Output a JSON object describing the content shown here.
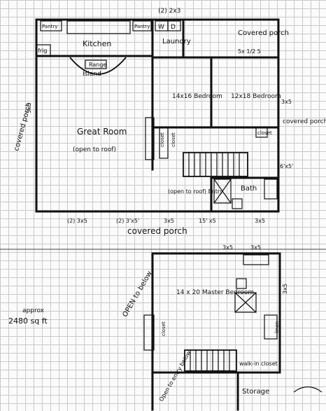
{
  "plan": {
    "upper": {
      "window_top": "(2) 2x3",
      "pantry_left": "Pantry",
      "pantry_right": "Pantry",
      "kitchen": "Kitchen",
      "fridge": "frig",
      "range": "Range",
      "island": "Island",
      "laundry": "Laundry",
      "washer": "W",
      "dryer": "D",
      "covered_porch_top": "Covered porch",
      "covered_porch_left": "covered porch",
      "covered_porch_right": "covered porch",
      "covered_porch_bottom": "covered porch",
      "great_room": "Great Room",
      "great_room_note": "(open to roof)",
      "bed_left": "14x16 Bedroom",
      "bed_right": "12x18 Bedroom",
      "bath": "Bath",
      "entry": "(open to roof) Entry",
      "window_right_top": "5x 1/2 5",
      "window_right_mid": "3x5",
      "window_right_low": "6'x5'",
      "window_bottom_1": "(2) 3x5",
      "window_bottom_2": "(2) 3'x5'",
      "window_bottom_3": "3x5",
      "window_bottom_4": "15' x5",
      "window_bottom_5": "3x5",
      "window_left": "3x5",
      "closet_1": "closet",
      "closet_2": "closet",
      "closet_3": "closet"
    },
    "lower": {
      "open_below": "OPEN to below",
      "area_note": "2480 sq ft",
      "area_approx": "approx",
      "master": "14 x 20 Master Bedroom",
      "window_top_1": "3x5",
      "window_top_2": "3x5",
      "window_right": "3x5",
      "walkin": "walk-in closet",
      "storage": "Storage",
      "open_below_2": "Open to entry below",
      "closet": "closet",
      "linen": "linen"
    }
  }
}
